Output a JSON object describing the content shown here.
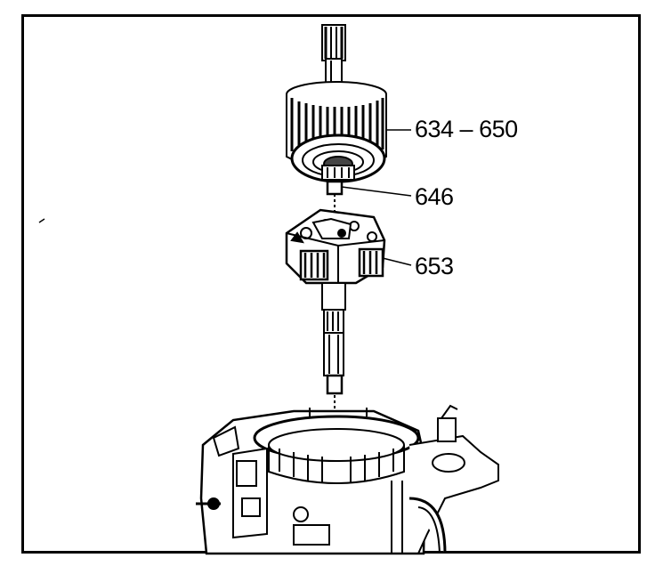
{
  "callouts": {
    "drum_assembly": "634 – 650",
    "bushing": "646",
    "carrier": "653"
  },
  "colors": {
    "ink": "#000000",
    "paper": "#ffffff",
    "shade": "#9a9a9a"
  }
}
